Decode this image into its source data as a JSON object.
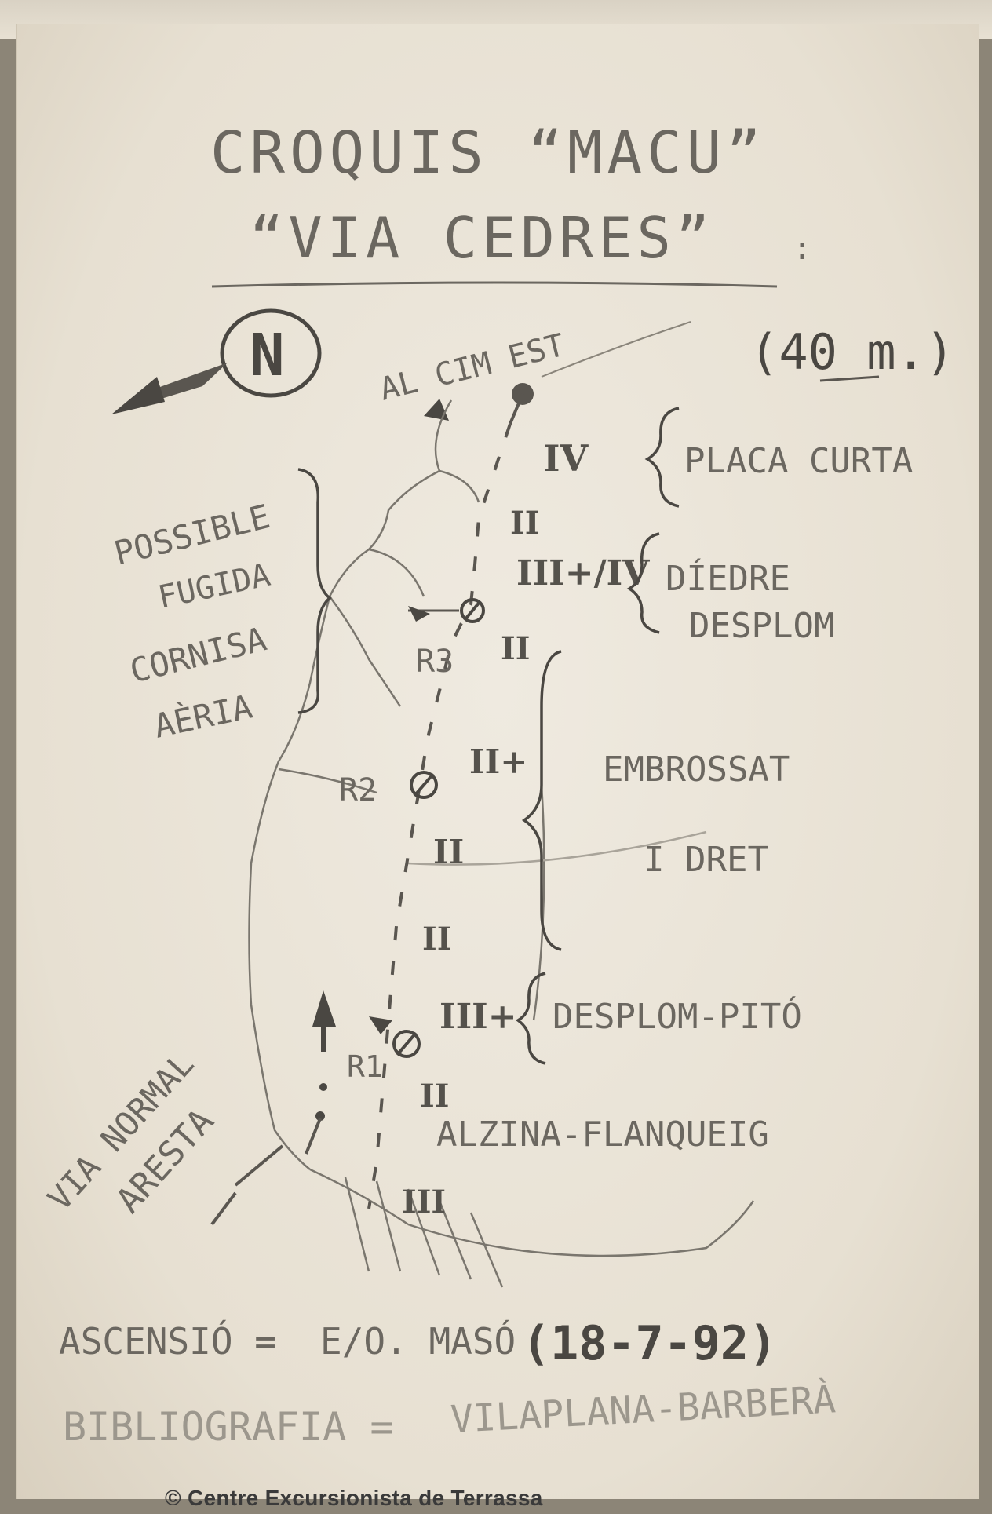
{
  "title": "CROQUIS “MACU”",
  "subtitle": "“VIA CEDRES”",
  "height": "(40 m.)",
  "north": "N",
  "summit": "AL CIM EST",
  "escape_note": [
    "POSSIBLE",
    "FUGIDA",
    "CORNISA",
    "AÈRIA"
  ],
  "pitches": {
    "p1": "IV",
    "p2": "II",
    "p3": "III+/IV",
    "p4": "II",
    "p5": "II+",
    "p6": "II",
    "p7": "II",
    "p8": "III+",
    "p9": "II",
    "p10": "III"
  },
  "belays": {
    "r1": "R1",
    "r2": "R2",
    "r3": "R3"
  },
  "notes": {
    "placa": "PLACA CURTA",
    "diedre_1": "DÍEDRE",
    "diedre_2": "DESPLOM",
    "embrossat_1": "EMBROSSAT",
    "embrossat_2": "I DRET",
    "desplom": "DESPLOM-PITÓ",
    "alzina": "ALZINA-FLANQUEIG"
  },
  "via_normal": [
    "VIA NORMAL",
    "ARESTA"
  ],
  "ascensio": {
    "label": "ASCENSIÓ =",
    "names": "E/O. MASÓ",
    "date": "(18-7-92)"
  },
  "bibliografia": {
    "label": "BIBLIOGRAFIA =",
    "value": "VILAPLANA-BARBERÀ"
  },
  "credit": "© Centre Excursionista de Terrassa",
  "colors": {
    "pencil": "#6b6760",
    "paper": "#ebe5d9",
    "credit": "#3a3a3a"
  }
}
